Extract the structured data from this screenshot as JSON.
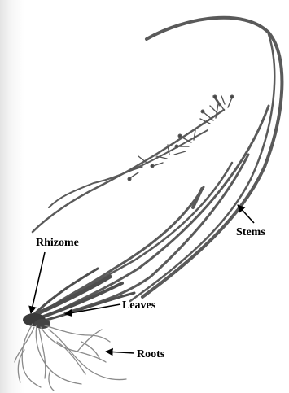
{
  "labels": {
    "rhizome": "Rhizome",
    "leaves": "Leaves",
    "roots": "Roots",
    "stems": "Stems"
  },
  "colors": {
    "stem": "#5a5a5a",
    "leaf": "#4e4e4e",
    "root": "#8a8a8a",
    "rhizome": "#3a3a3a",
    "flower": "#555555",
    "annotation": "#000000"
  }
}
